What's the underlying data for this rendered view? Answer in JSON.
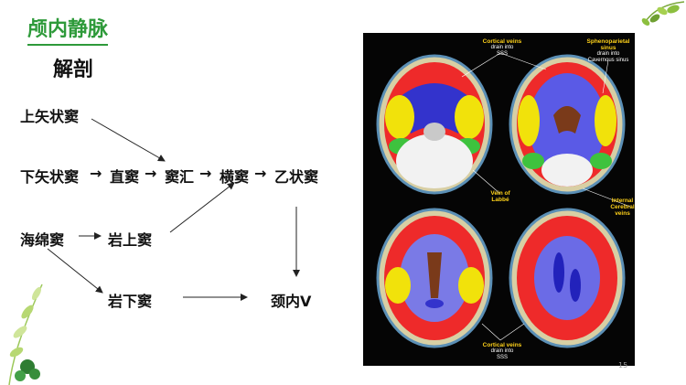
{
  "slide": {
    "title": "颅内静脉",
    "subtitle": "解剖",
    "page_number": "15"
  },
  "flow": {
    "sss": "上矢状窦",
    "iss": "下矢状窦",
    "straight": "直窦",
    "confluence": "窦汇",
    "transverse": "横窦",
    "sigmoid": "乙状窦",
    "cavernous": "海绵窦",
    "sup_petrosal": "岩上窦",
    "inf_petrosal": "岩下窦",
    "ijv": "颈内V",
    "arrow_glyph": "→"
  },
  "figure": {
    "cortical_veins": "Cortical veins",
    "cortical_veins_sub": "drain into\nSSS",
    "sphenoparietal": "Sphenoparietal\nsinus",
    "sphenoparietal_sub": "drain into\nCavernous sinus",
    "vein_labbe": "Vein of\nLabbé",
    "internal_cerebral": "Internal\nCerebral\nveins",
    "cortical_veins_bottom": "Cortical veins",
    "cortical_veins_bottom_sub": "drain into\nSSS"
  }
}
